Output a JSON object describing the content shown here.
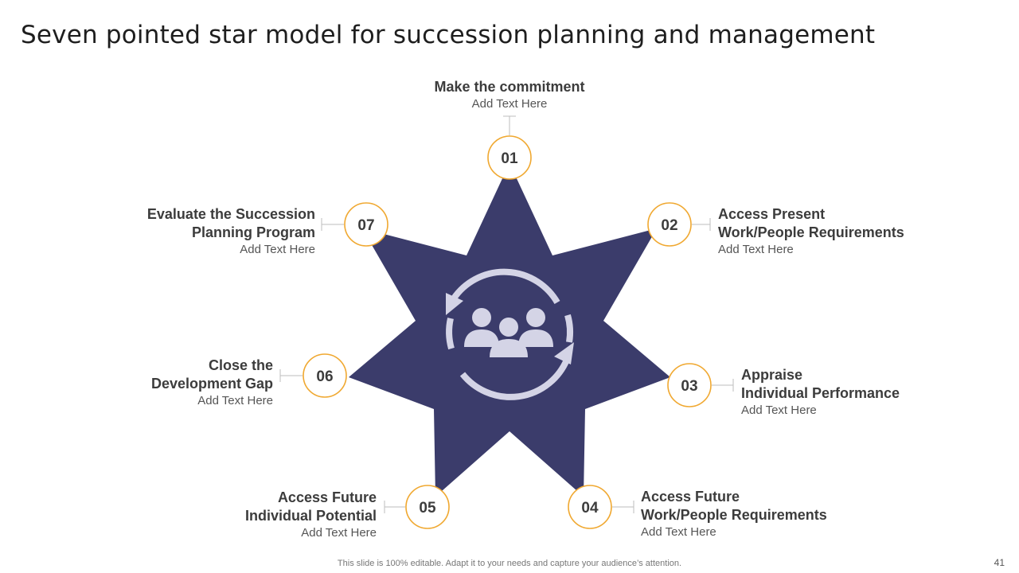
{
  "title": "Seven pointed star model for succession planning and management",
  "colors": {
    "star": "#3b3c6b",
    "ring": "#f0a830",
    "icon": "#d4d4e6",
    "connector": "#bdbdbd"
  },
  "center_icon": "team-cycle-icon",
  "steps": [
    {
      "num": "01",
      "heading": "Make the commitment",
      "sub": "Add Text Here"
    },
    {
      "num": "02",
      "heading": "Access Present\nWork/People Requirements",
      "sub": "Add Text Here"
    },
    {
      "num": "03",
      "heading": "Appraise\nIndividual Performance",
      "sub": "Add Text Here"
    },
    {
      "num": "04",
      "heading": "Access Future\nWork/People Requirements",
      "sub": "Add Text Here"
    },
    {
      "num": "05",
      "heading": "Access Future\nIndividual Potential",
      "sub": "Add Text Here"
    },
    {
      "num": "06",
      "heading": "Close the\nDevelopment Gap",
      "sub": "Add Text Here"
    },
    {
      "num": "07",
      "heading": "Evaluate the Succession\nPlanning Program",
      "sub": "Add Text Here"
    }
  ],
  "footer": "This slide is 100% editable. Adapt it to your needs and capture your audience’s attention.",
  "page_number": "41"
}
